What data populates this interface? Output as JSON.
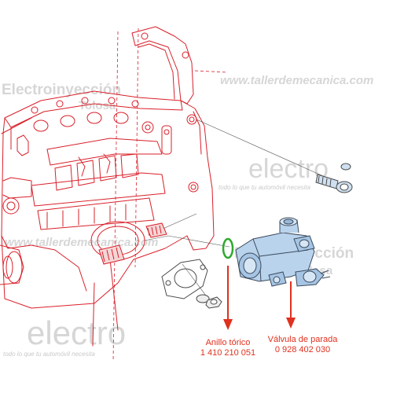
{
  "watermarks": {
    "brand_top": "Electroinyección",
    "brand_top_sub": "Tolosa",
    "url_top": "www.tallerdemecanica.com",
    "logo_mid": "electro",
    "logo_mid_tagline": "todo lo que tu automóvil necesita",
    "url_mid": "www.tallerdemecanica.com",
    "brand_right": "Electroinyección",
    "brand_right_sub": "Tolosa",
    "logo_bottom": "electro",
    "logo_bottom_tagline": "todo lo que tu automóvil necesita"
  },
  "callouts": [
    {
      "name": "Anillo tórico",
      "part_number": "1 410 210 051"
    },
    {
      "name": "Válvula de parada",
      "part_number": "0 928 402 030"
    }
  ],
  "colors": {
    "engine_line": "#d9202a",
    "part_line": "#4a4a4a",
    "valve_fill": "#b9d3ec",
    "oring": "#2fa82f",
    "arrow": "#e0301e",
    "watermark": "#c9c9c9"
  }
}
